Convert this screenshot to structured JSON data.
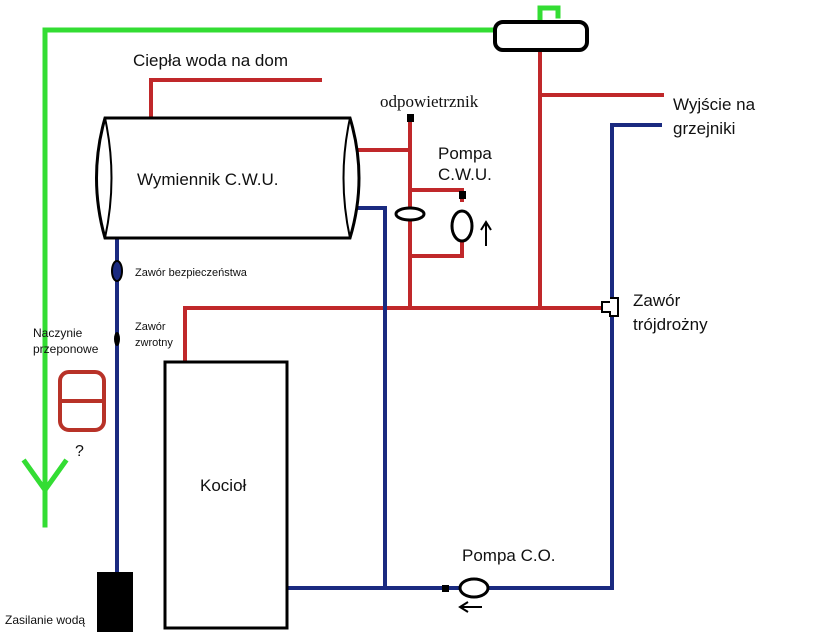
{
  "colors": {
    "hot_pipe": "#c0282a",
    "return_pipe": "#1a2a80",
    "overflow_pipe": "#33dd33",
    "outline": "#000000",
    "fill": "#ffffff",
    "expansion_vessel": "#b83228",
    "text": "#111111"
  },
  "labels": {
    "hot_water_house": "Ciepła woda na dom",
    "air_vent": "odpowietrznik",
    "heat_exchanger": "Wymiennik C.W.U.",
    "pump_cwu_line1": "Pompa",
    "pump_cwu_line2": "C.W.U.",
    "radiators_line1": "Wyjście na",
    "radiators_line2": "grzejniki",
    "safety_valve": "Zawór bezpieczeństwa",
    "check_valve_line1": "Zawór",
    "check_valve_line2": "zwrotny",
    "expansion_vessel_line1": "Naczynie",
    "expansion_vessel_line2": "przeponowe",
    "question_mark": "?",
    "three_way_valve_line1": "Zawór",
    "three_way_valve_line2": "trójdrożny",
    "boiler": "Kocioł",
    "pump_co": "Pompa C.O.",
    "water_supply": "Zasilanie wodą"
  },
  "icons": {
    "pump_cwu_flow": "arrow-up-icon",
    "pump_co_flow": "arrow-left-icon"
  }
}
